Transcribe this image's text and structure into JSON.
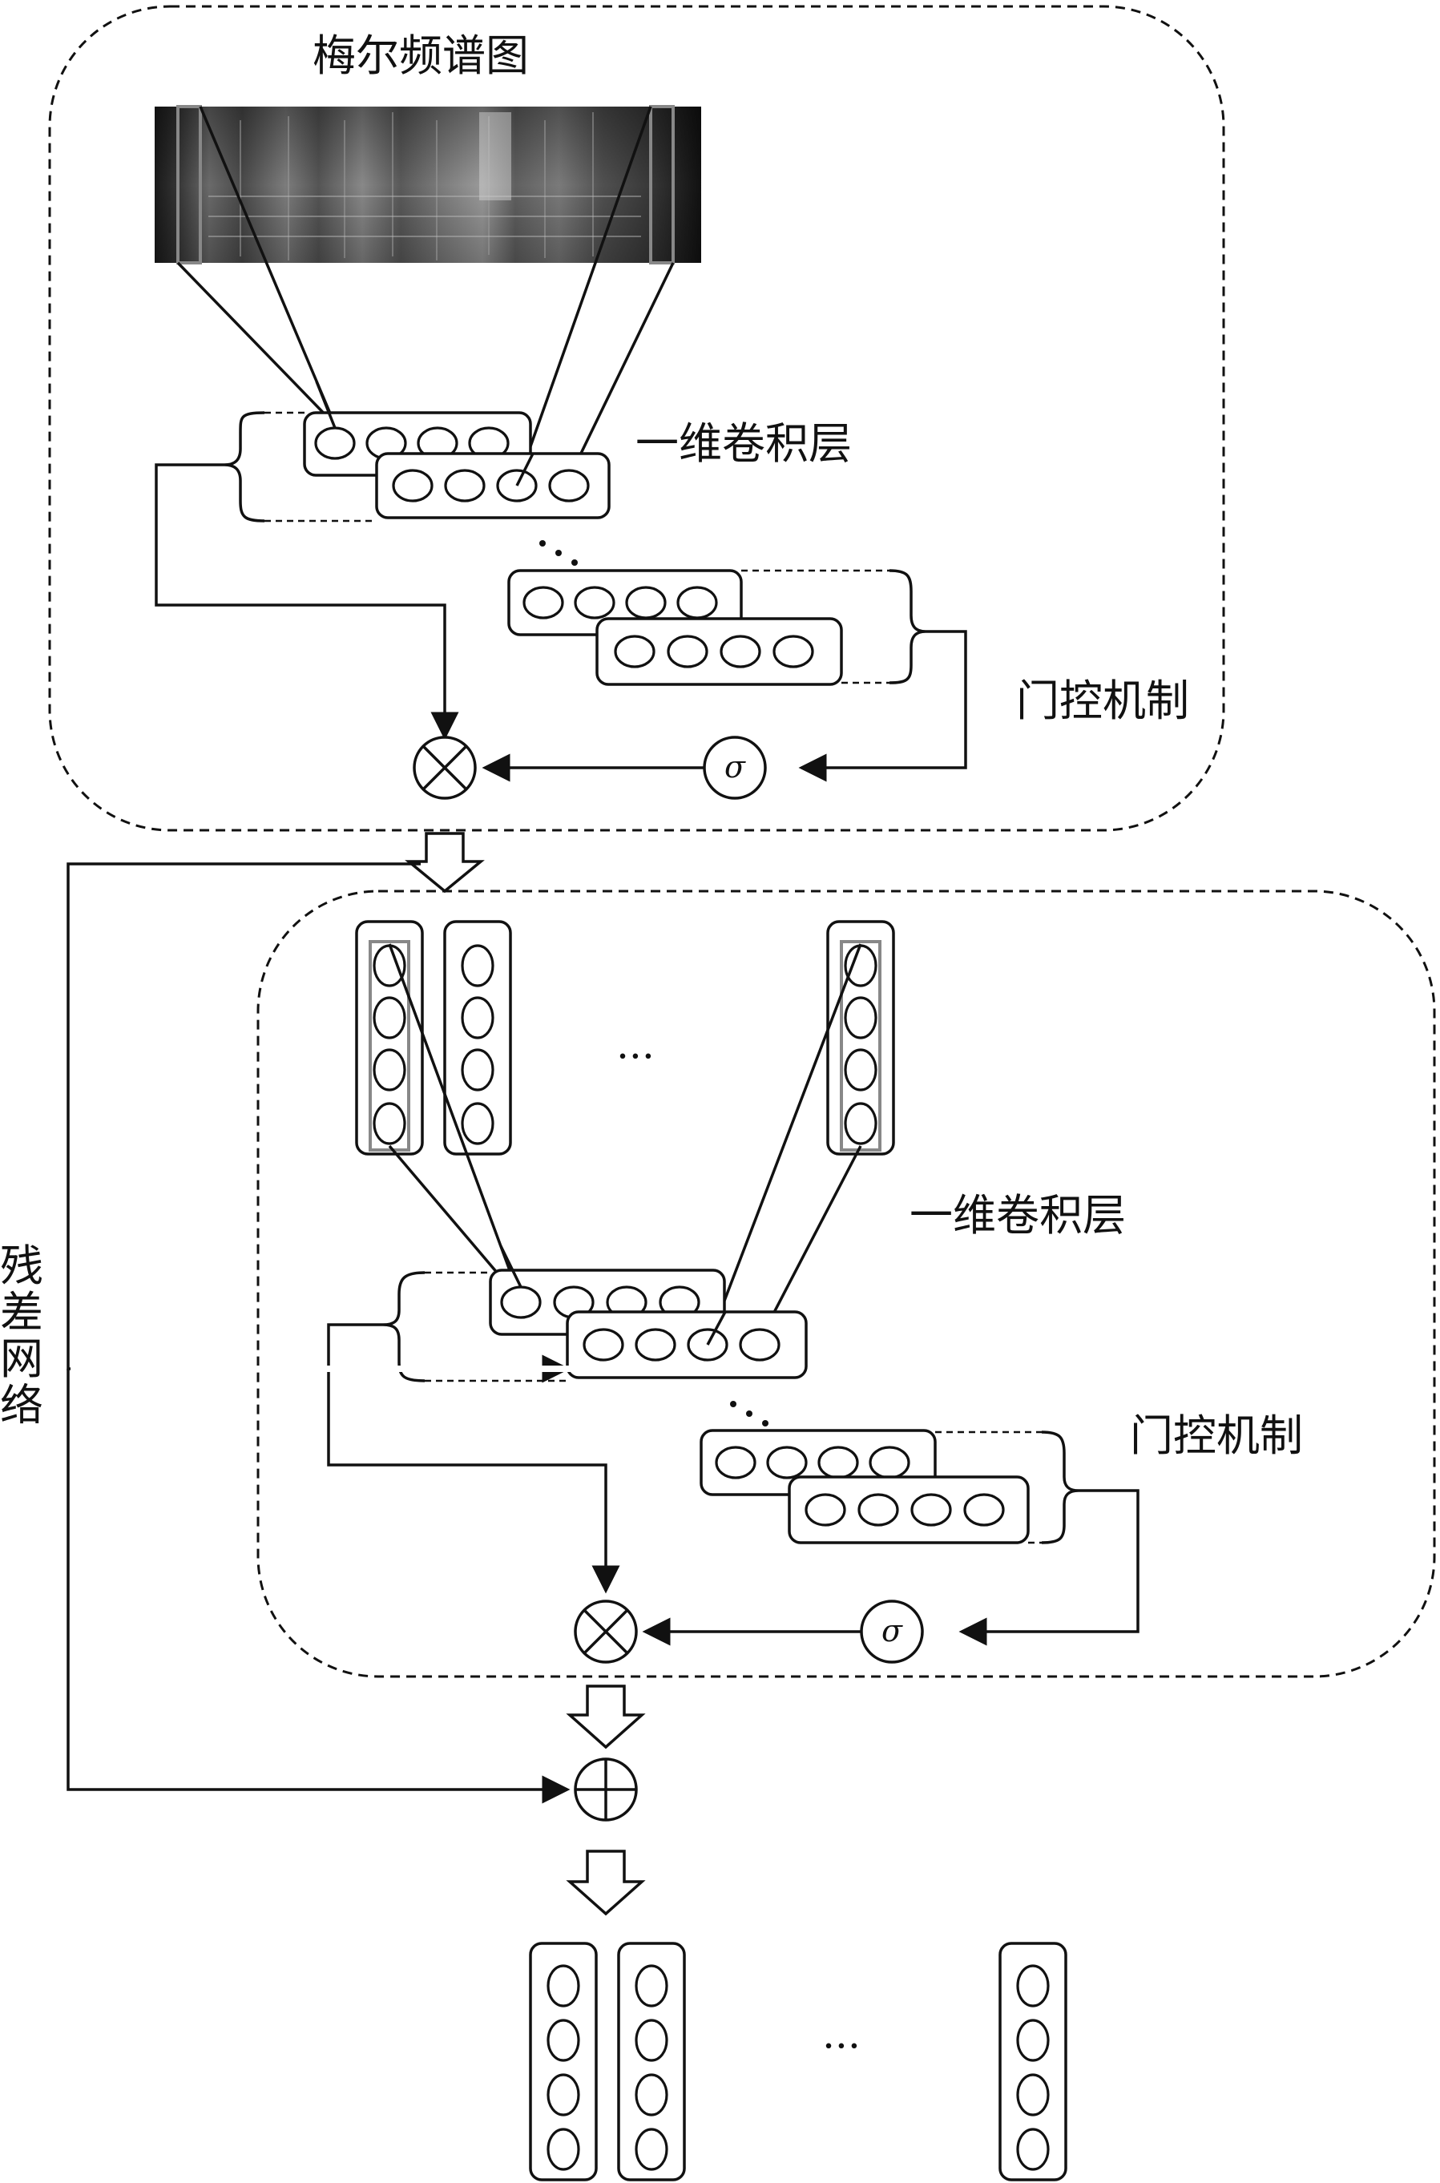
{
  "labels": {
    "mel_spectrogram": "梅尔频谱图",
    "conv1d_top": "一维卷积层",
    "gate_top": "门控机制",
    "conv1d_bottom": "一维卷积层",
    "gate_bottom": "门控机制",
    "residual": [
      "残",
      "差",
      "网",
      "络"
    ],
    "sigma": "σ",
    "ellipsis": "···"
  }
}
